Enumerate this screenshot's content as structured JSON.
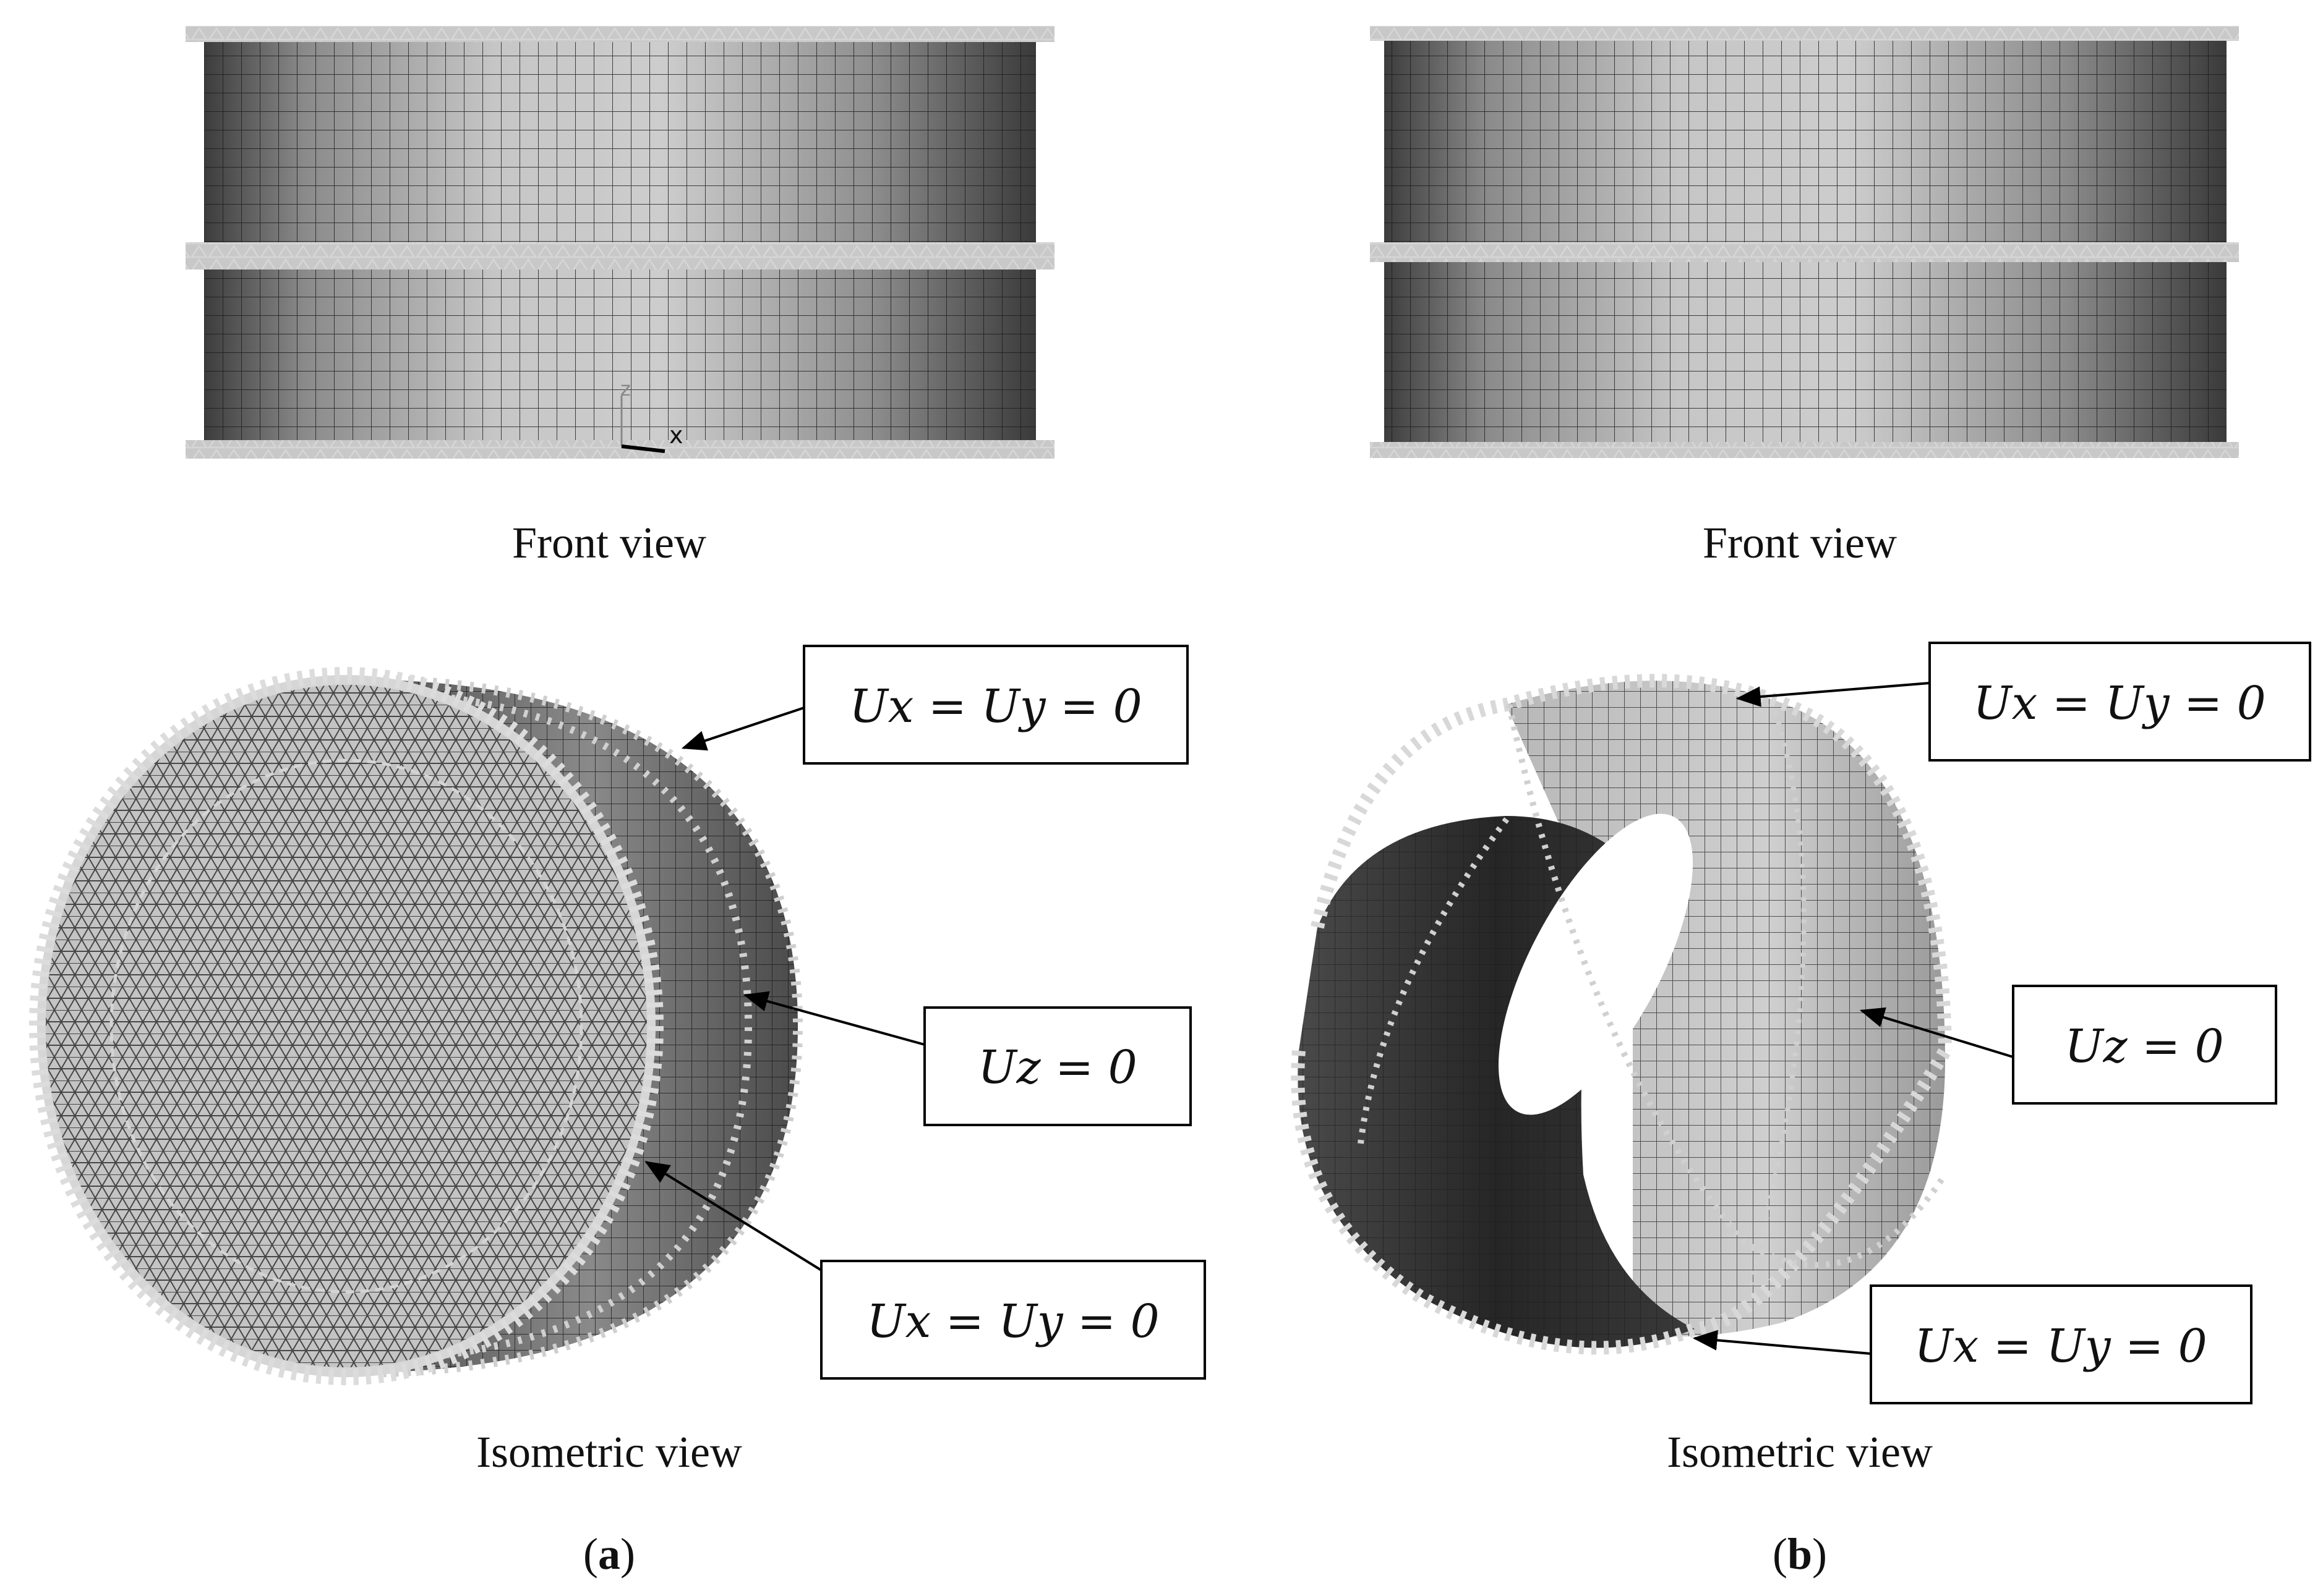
{
  "panels": [
    {
      "id": "a",
      "front_caption": "Front view",
      "iso_caption": "Isometric view",
      "letter": "a",
      "axis_z": "z",
      "axis_x": "x",
      "labels": [
        "Ux = Uy = 0",
        "Uz = 0",
        "Ux = Uy = 0"
      ]
    },
    {
      "id": "b",
      "front_caption": "Front view",
      "iso_caption": "Isometric view",
      "letter": "b",
      "labels": [
        "Ux = Uy = 0",
        "Uz = 0",
        "Ux = Uy = 0"
      ]
    }
  ],
  "colors": {
    "mesh_line": "#1a1a1a",
    "shade_light": "#c9c9c9",
    "shade_dark": "#3a3a3a",
    "support_marker": "#d8d8d8"
  }
}
